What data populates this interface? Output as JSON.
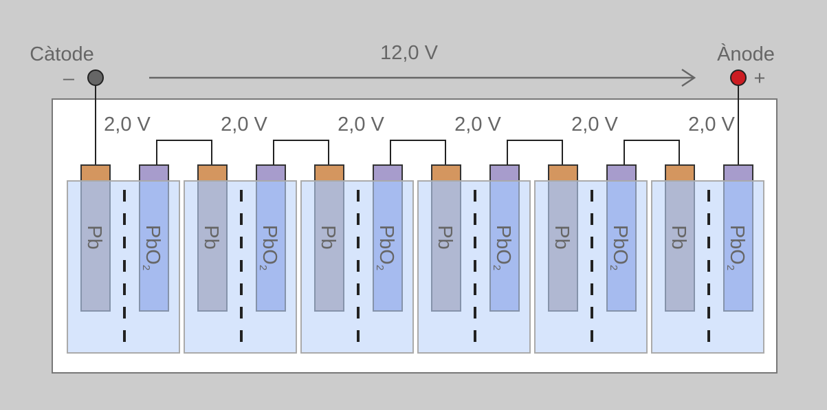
{
  "cathode": {
    "label": "Càtode",
    "sign": "–",
    "color": "#666666"
  },
  "anode": {
    "label": "Ànode",
    "sign": "+",
    "color": "#cc1c22"
  },
  "total_voltage": "12,0 V",
  "cells": [
    {
      "voltage": "2,0 V",
      "negative": "Pb",
      "positive": "PbO",
      "positive_sub": "2"
    },
    {
      "voltage": "2,0 V",
      "negative": "Pb",
      "positive": "PbO",
      "positive_sub": "2"
    },
    {
      "voltage": "2,0 V",
      "negative": "Pb",
      "positive": "PbO",
      "positive_sub": "2"
    },
    {
      "voltage": "2,0 V",
      "negative": "Pb",
      "positive": "PbO",
      "positive_sub": "2"
    },
    {
      "voltage": "2,0 V",
      "negative": "Pb",
      "positive": "PbO",
      "positive_sub": "2"
    },
    {
      "voltage": "2,0 V",
      "negative": "Pb",
      "positive": "PbO",
      "positive_sub": "2"
    }
  ],
  "colors": {
    "electrolyte": "#bcd4fa",
    "pb": "#9e8e96",
    "pbo2": "#8496de",
    "pb_cap": "#d4965f",
    "pbo2_cap": "#a79ccc"
  }
}
